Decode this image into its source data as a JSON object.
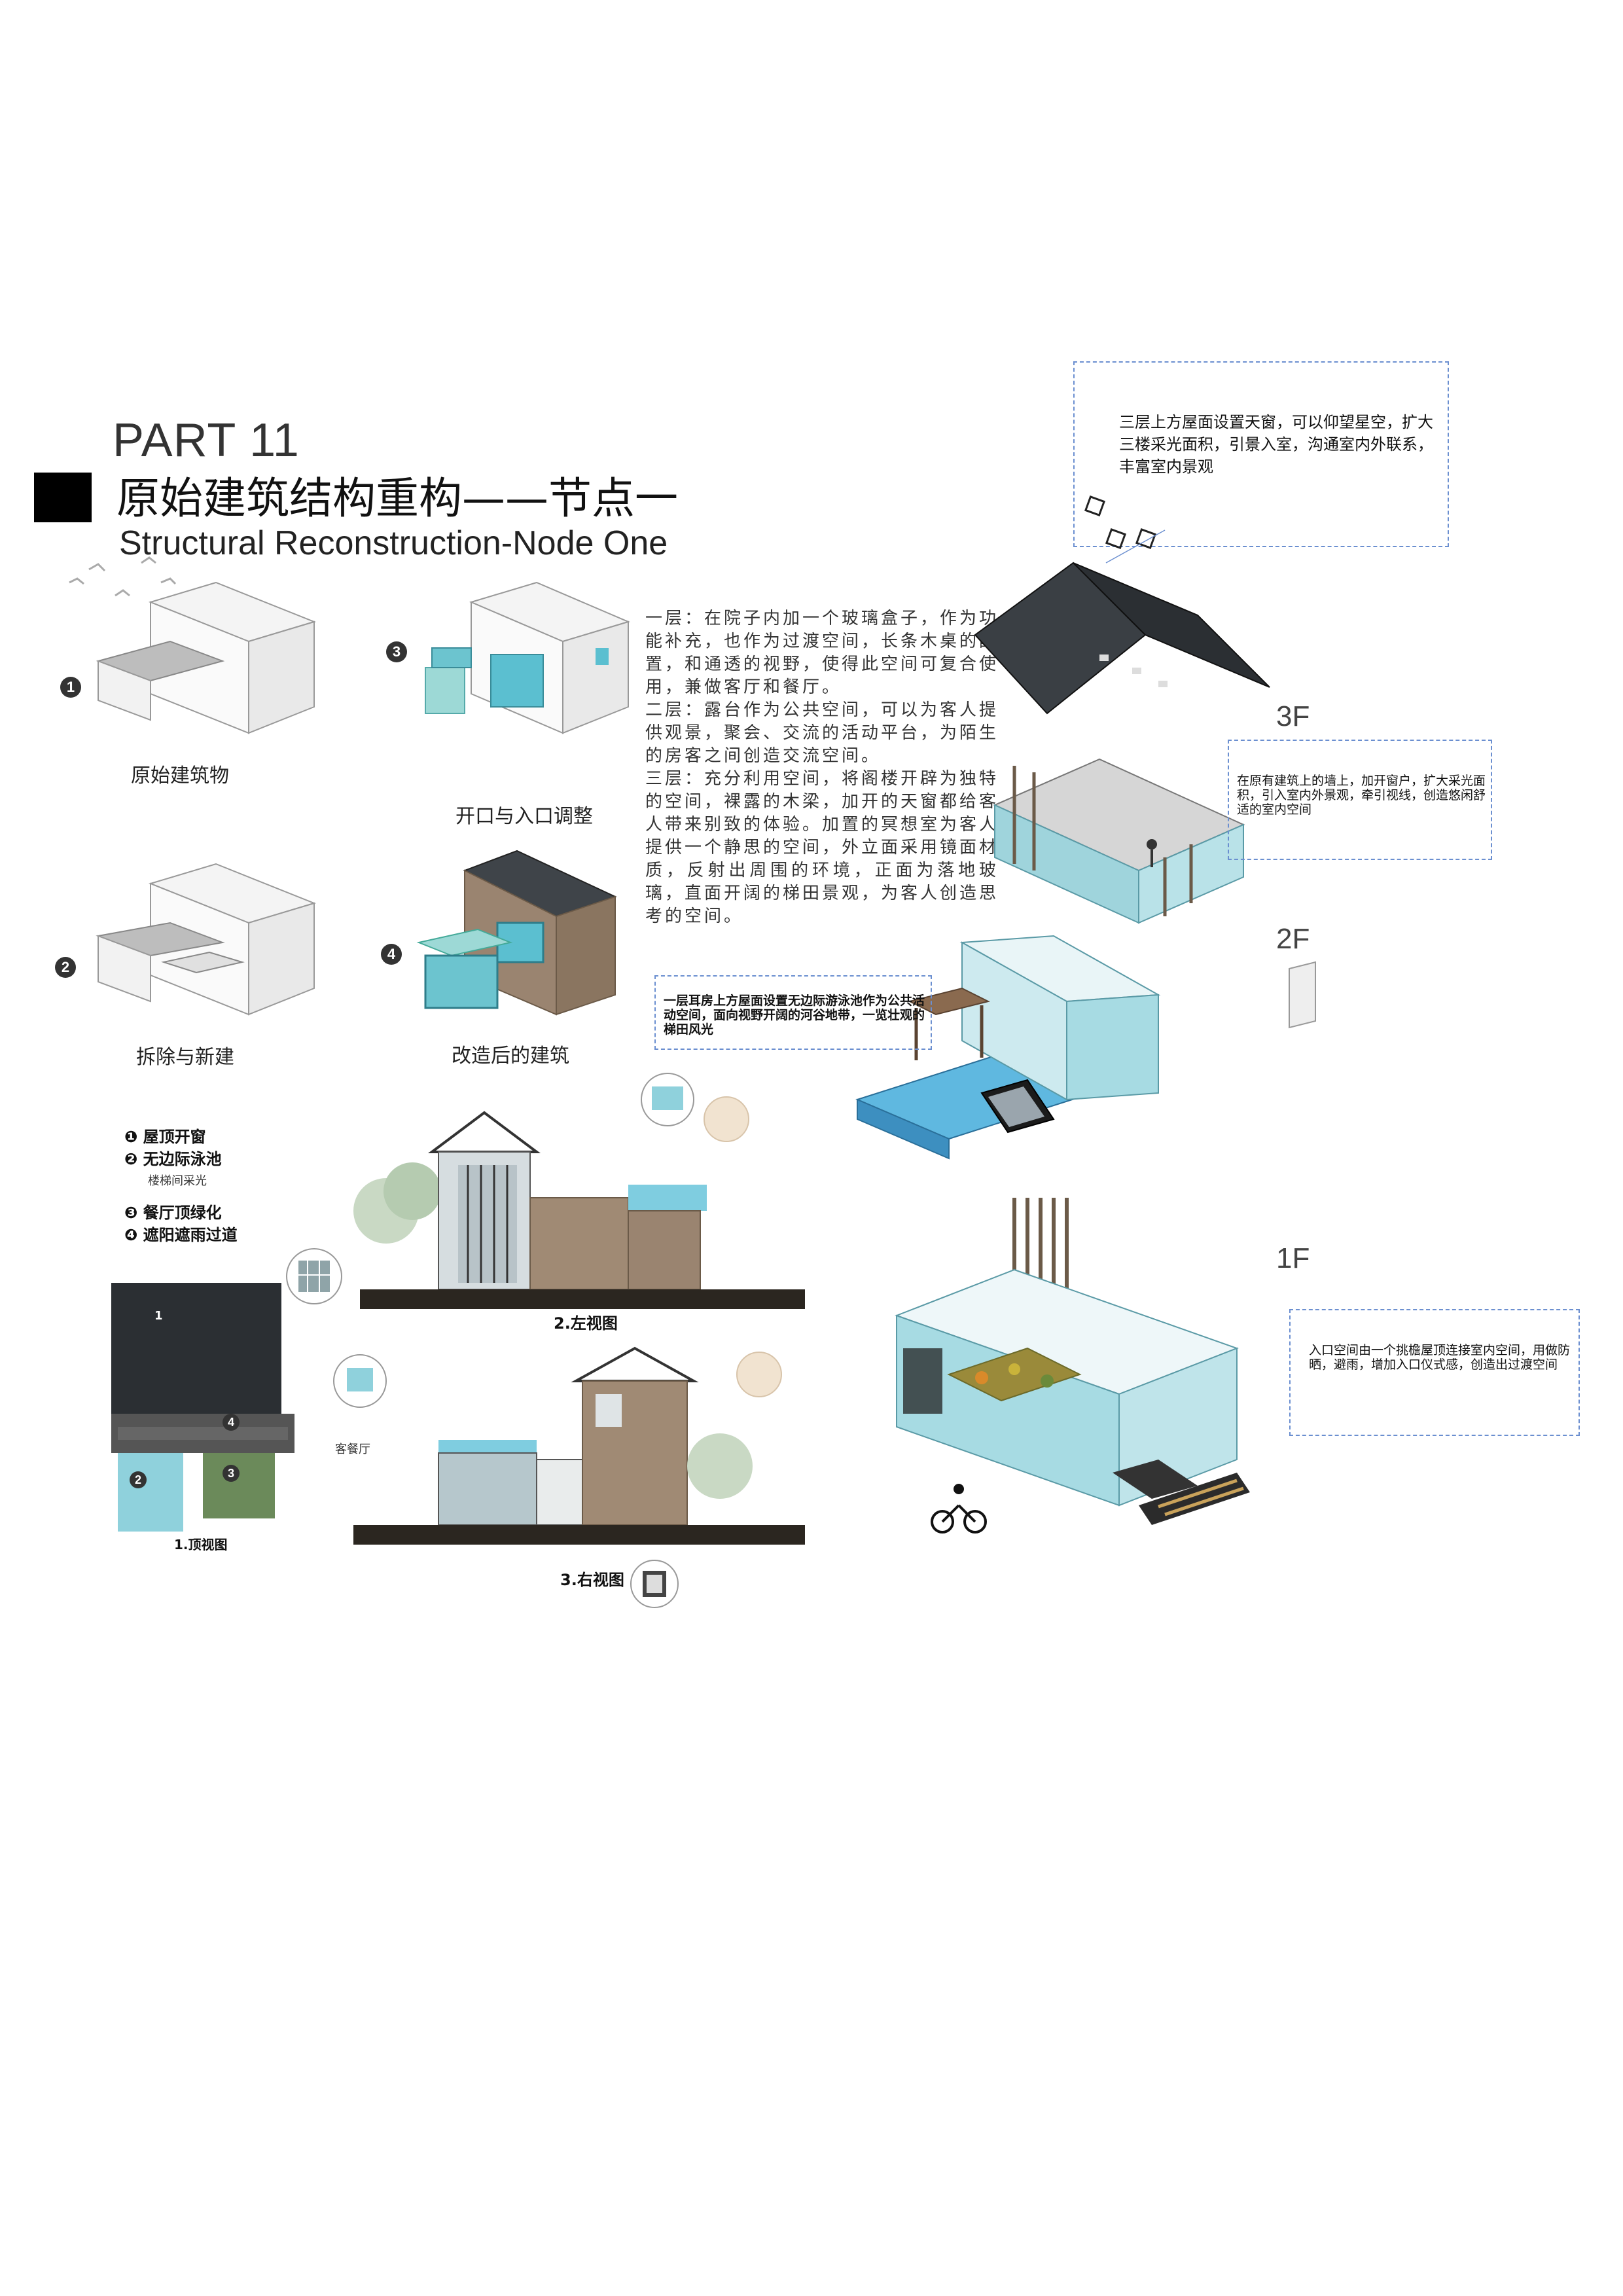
{
  "header": {
    "part": "PART 11",
    "title_cn": "原始建筑结构重构——节点一",
    "title_en": "Structural Reconstruction-Node One"
  },
  "steps": [
    {
      "num": "1",
      "label": "原始建筑物"
    },
    {
      "num": "3",
      "label": "开口与入口调整"
    },
    {
      "num": "2",
      "label": "拆除与新建"
    },
    {
      "num": "4",
      "label": "改造后的建筑"
    }
  ],
  "description": [
    "一层：在院子内加一个玻璃盒子，作为功能补充，也作为过渡空间，长条木桌的配置，和通透的视野，使得此空间可复合使用，兼做客厅和餐厅。",
    "二层：露台作为公共空间，可以为客人提供观景，聚会、交流的活动平台，为陌生的房客之间创造交流空间。",
    "三层：充分利用空间，将阁楼开辟为独特的空间，裸露的木梁，加开的天窗都给客人带来别致的体验。加置的冥想室为客人提供一个静思的空间，外立面采用镜面材质，反射出周围的环境，正面为落地玻璃，直面开阔的梯田景观，为客人创造思考的空间。"
  ],
  "notes": {
    "skylight": "三层上方屋面设置天窗，可以仰望星空，扩大三楼采光面积，引景入室，沟通室内外联系，丰富室内景观",
    "window": "在原有建筑上的墙上，加开窗户，扩大采光面积，引入室内外景观，牵引视线，创造悠闲舒适的室内空间",
    "pool": "一层耳房上方屋面设置无边际游泳池作为公共活动空间，面向视野开阔的河谷地带，一览壮观的梯田风光",
    "entrance": "入口空间由一个挑檐屋顶连接室内空间，用做防晒，避雨，增加入口仪式感，创造出过渡空间"
  },
  "floors": {
    "f3": "3F",
    "f2": "2F",
    "f1": "1F"
  },
  "legend": {
    "item1": "❶ 屋顶开窗",
    "item2": "❷ 无边际泳池",
    "sub": "楼梯间采光",
    "item3": "❸ 餐厅顶绿化",
    "item4": "❹ 遮阳遮雨过道"
  },
  "views": {
    "top": "1.顶视图",
    "left": "2.左视图",
    "right": "3.右视图",
    "dining": "客餐厅"
  },
  "plan_marks": [
    "1",
    "4",
    "2",
    "3"
  ],
  "colors": {
    "accent": "#8fd1dc",
    "roof": "#2b2f33",
    "wood": "#8a7560",
    "dash": "#6b8fd0"
  }
}
